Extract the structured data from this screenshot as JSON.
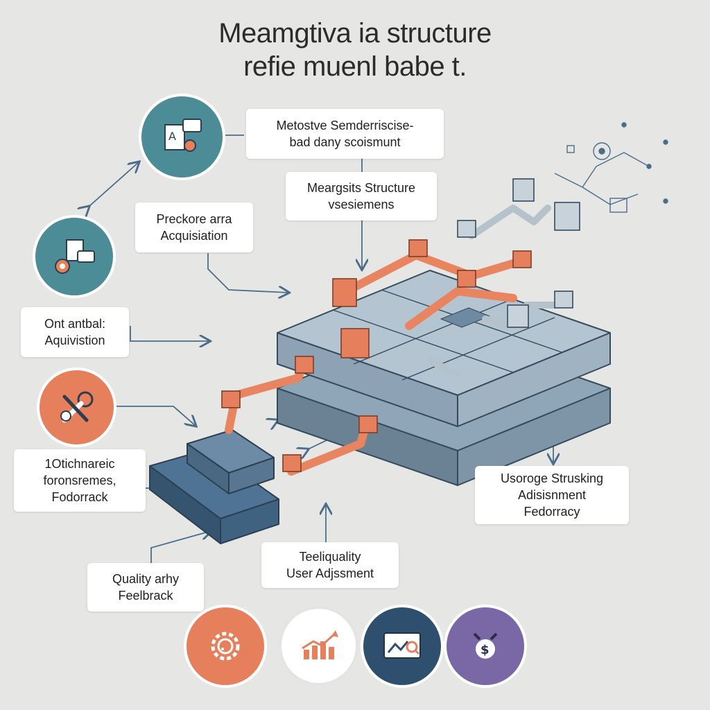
{
  "title": {
    "line1": "Meamgtiva ia structure",
    "line2": "refie muenl babe t."
  },
  "labels": {
    "top_center": {
      "line1": "Metostve Semderriscise-",
      "line2": "bad dany scoismunt"
    },
    "structure": {
      "line1": "Meargsits Structure",
      "line2": "vsesiemens"
    },
    "preckore": {
      "line1": "Preckore arra",
      "line2": "Acquisiation"
    },
    "ont_antbal": {
      "line1": "Ont antbal:",
      "line2": "Aquivistion"
    },
    "otichnareic": {
      "line1": "1Otichnareic",
      "line2": "foronsremes,",
      "line3": "Fodorrack"
    },
    "usoroge": {
      "line1": "Usoroge Strusking",
      "line2": "Adisisnment",
      "line3": "Fedorracy"
    },
    "teeliquality": {
      "line1": "Teeliquality",
      "line2": "User Adjssment"
    },
    "quality": {
      "line1": "Quality arhy",
      "line2": "Feelbrack"
    }
  },
  "icons": {
    "left": [
      "document-chat-icon",
      "gear-documents-icon",
      "tools-gear-icon"
    ],
    "bottom": [
      "gear-icon",
      "growth-chart-icon",
      "analytics-screen-icon",
      "money-gears-icon"
    ]
  },
  "colors": {
    "teal": "#4b8c96",
    "orange": "#e57f5c",
    "navy": "#2f4f6e",
    "purple": "#7a68a6",
    "slab": "#a9bcc9",
    "slab_dark": "#6b8194",
    "outline": "#354a5c",
    "connector": "#e8845f"
  }
}
